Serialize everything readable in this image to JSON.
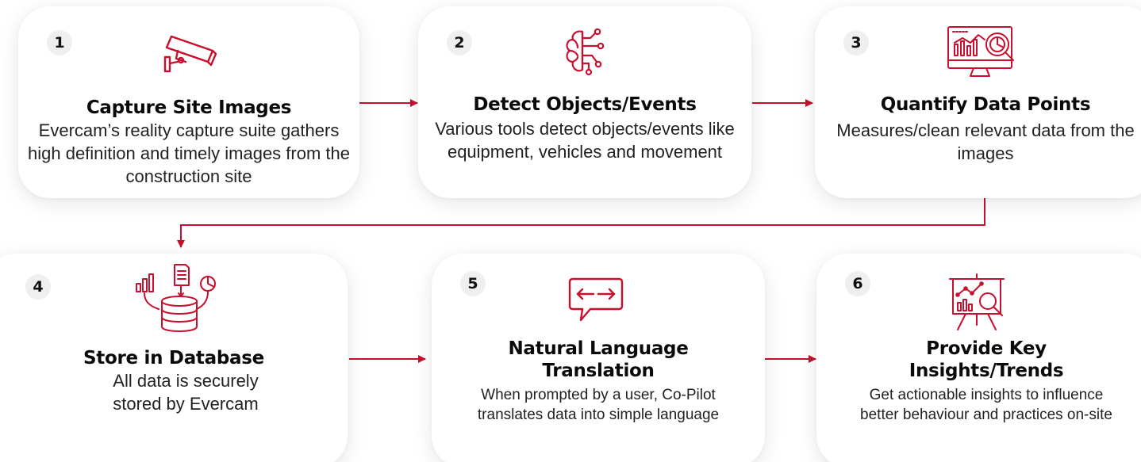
{
  "steps": [
    {
      "number": "1",
      "title": "Capture Site Images",
      "description": "Evercam’s reality capture suite gathers high definition and timely images from the construction site",
      "icon": "cctv-camera-icon"
    },
    {
      "number": "2",
      "title": "Detect Objects/Events",
      "description": "Various tools detect objects/events like equipment, vehicles and movement",
      "icon": "ai-brain-icon"
    },
    {
      "number": "3",
      "title": "Quantify Data Points",
      "description": "Measures/clean relevant data from the images",
      "icon": "analytics-monitor-icon"
    },
    {
      "number": "4",
      "title": "Store in Database",
      "description": "All data is securely stored by Evercam",
      "icon": "database-icon"
    },
    {
      "number": "5",
      "title": "Natural Language Translation",
      "description": "When prompted by a user, Co-Pilot translates data into simple language",
      "icon": "translate-chat-icon"
    },
    {
      "number": "6",
      "title": "Provide Key Insights/Trends",
      "description": "Get actionable insights to influence better behaviour and practices on-site",
      "icon": "insights-board-icon"
    }
  ],
  "colors": {
    "accent": "#c8102e",
    "badge": "#efefef",
    "text": "#1f1f1f"
  }
}
